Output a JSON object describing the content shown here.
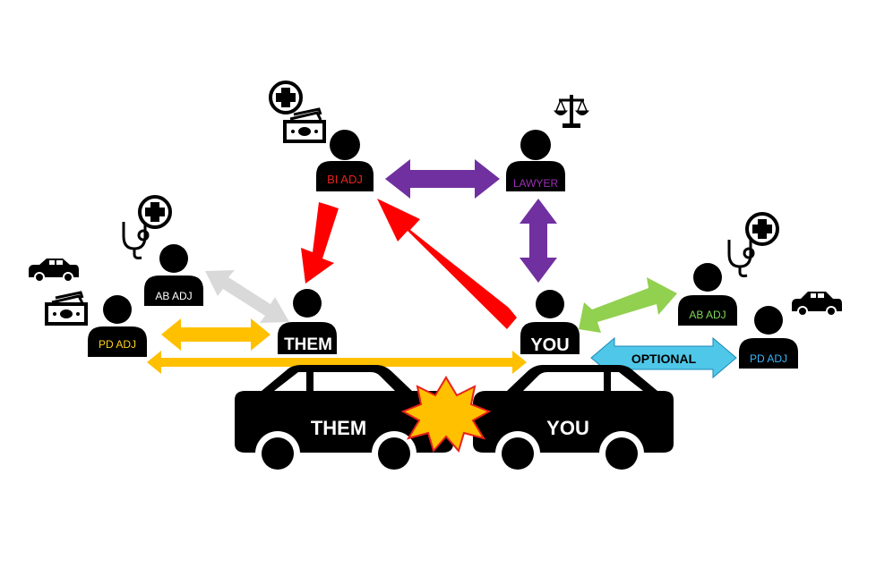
{
  "colors": {
    "background": "#ffffff",
    "silhouette": "#000000",
    "bi_adj": "#e8201a",
    "lawyer": "#9b2fb5",
    "ab_adj_them": "#ffffff",
    "pd_adj_them": "#ffd21e",
    "ab_adj_you": "#7ed957",
    "pd_adj_you": "#38b6ff",
    "arrow_red": "#ff0000",
    "arrow_purple": "#7030a0",
    "arrow_gray": "#d9d9d9",
    "arrow_yellow": "#ffc000",
    "arrow_green": "#92d050",
    "arrow_cyan": "#4fc7e8",
    "collision_fill": "#ffc000",
    "collision_stroke": "#e8201a",
    "car_label": "#ffffff"
  },
  "people": {
    "bi_adj": {
      "label": "BI ADJ"
    },
    "lawyer": {
      "label": "LAWYER"
    },
    "ab_adj_them": {
      "label": "AB ADJ"
    },
    "pd_adj_them": {
      "label": "PD ADJ"
    },
    "them": {
      "label": "THEM"
    },
    "you": {
      "label": "YOU"
    },
    "ab_adj_you": {
      "label": "AB ADJ"
    },
    "pd_adj_you": {
      "label": "PD ADJ"
    }
  },
  "cars": {
    "them": {
      "label": "THEM"
    },
    "you": {
      "label": "YOU"
    }
  },
  "arrows": {
    "optional_label": "OPTIONAL"
  },
  "icons": [
    "medical-cross-icon",
    "money-icon",
    "scales-of-justice-icon",
    "stethoscope-icon",
    "car-icon",
    "collision-burst-icon"
  ]
}
